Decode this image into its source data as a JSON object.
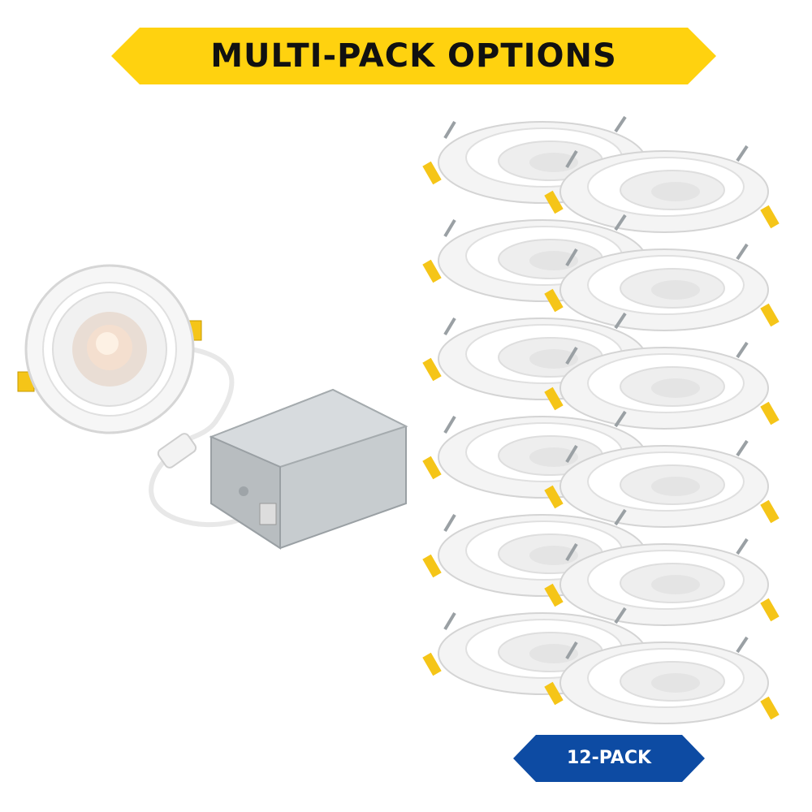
{
  "banner": {
    "title": "MULTI-PACK OPTIONS",
    "color": "#FFD20F"
  },
  "badge": {
    "label": "12-PACK",
    "color": "#0D4BA3"
  },
  "product": {
    "name": "single-recessed-light-with-junction-box",
    "pack_count": 12,
    "clip_color": "#F5C518"
  }
}
